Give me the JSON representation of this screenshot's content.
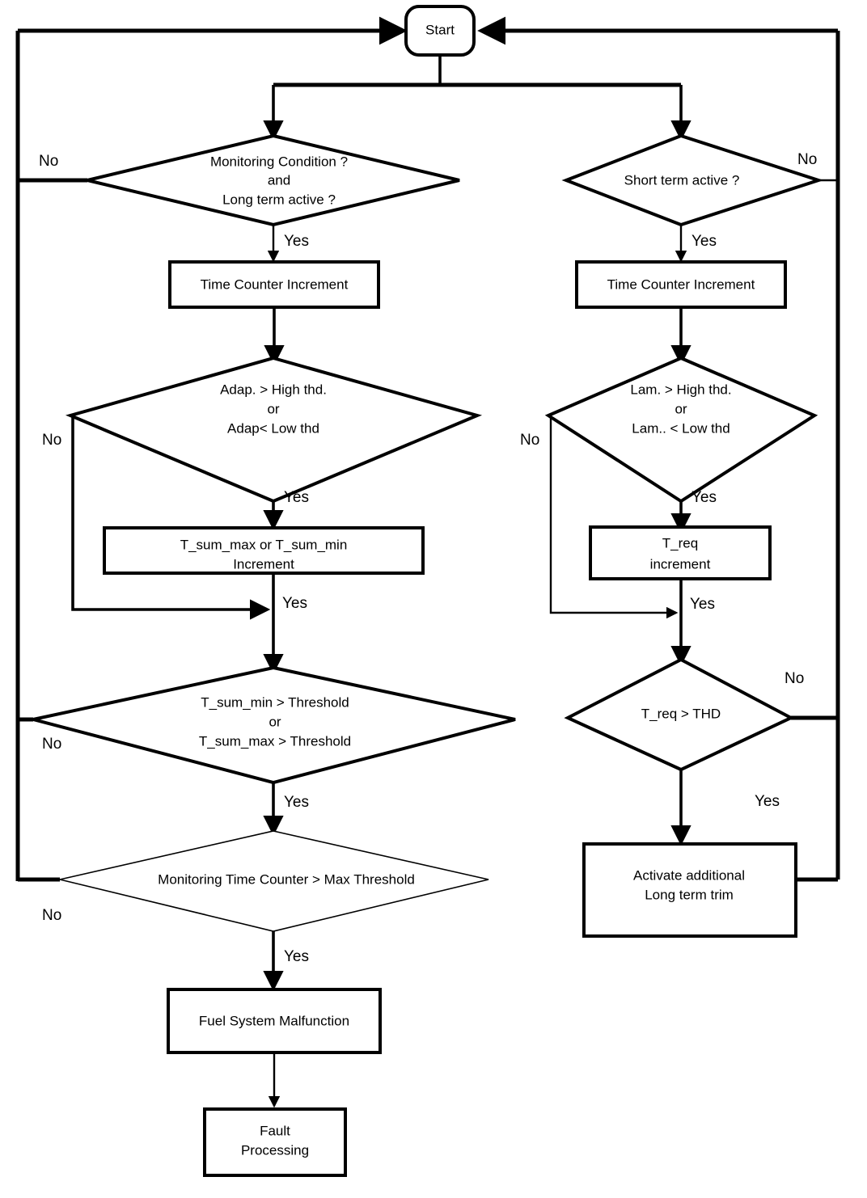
{
  "diagram": {
    "title": "Fuel System Monitoring Flowchart",
    "colors": {
      "stroke": "#000000",
      "fill": "#ffffff",
      "background": "#ffffff"
    },
    "nodes": {
      "start": {
        "label": "Start",
        "shape": "terminator"
      },
      "left_cond": {
        "shape": "decision",
        "line1": "Monitoring  Condition ?",
        "line2": "and",
        "line3": "Long term active ?"
      },
      "right_cond": {
        "shape": "decision",
        "line1": "Short term active ?"
      },
      "left_counter": {
        "shape": "process",
        "line1": "Time Counter Increment"
      },
      "right_counter": {
        "shape": "process",
        "line1": "Time Counter Increment"
      },
      "left_thd": {
        "shape": "decision",
        "line1": "Adap. > High thd.",
        "line2": "or",
        "line3": "Adap< Low thd"
      },
      "right_thd": {
        "shape": "decision",
        "line1": "Lam. > High thd.",
        "line2": "or",
        "line3": "Lam.. < Low thd"
      },
      "tsum_inc": {
        "shape": "process",
        "line1": "T_sum_max or  T_sum_min",
        "line2": "Increment"
      },
      "treq_inc": {
        "shape": "process",
        "line1": "T_req",
        "line2": "increment"
      },
      "tsum_thresh": {
        "shape": "decision",
        "line1": "T_sum_min > Threshold",
        "line2": "or",
        "line3": "T_sum_max > Threshold"
      },
      "treq_thd": {
        "shape": "decision",
        "line1": "T_req > THD"
      },
      "mon_time": {
        "shape": "decision",
        "line1": "Monitoring Time Counter > Max Threshold"
      },
      "activate_trim": {
        "shape": "process",
        "line1": "Activate additional",
        "line2": "Long term trim"
      },
      "fuel_malfunction": {
        "shape": "process",
        "line1": "Fuel System Malfunction"
      },
      "fault_processing": {
        "shape": "process",
        "line1": "Fault",
        "line2": "Processing"
      }
    },
    "edge_labels": {
      "left_cond_no": "No",
      "left_cond_yes": "Yes",
      "right_cond_no": "No",
      "right_cond_yes": "Yes",
      "left_thd_no": "No",
      "left_thd_yes": "Yes",
      "right_thd_no": "No",
      "right_thd_yes": "Yes",
      "tsum_loop_yes": "Yes",
      "treq_loop_yes": "Yes",
      "tsum_thresh_no": "No",
      "tsum_thresh_yes": "Yes",
      "treq_thd_no": "No",
      "treq_thd_yes": "Yes",
      "mon_time_no": "No",
      "mon_time_yes": "Yes"
    }
  }
}
